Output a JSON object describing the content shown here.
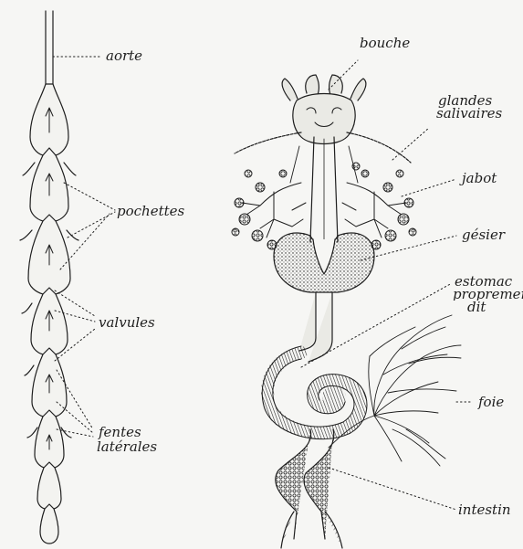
{
  "colors": {
    "ink": "#1e1e1e",
    "paper": "#f6f6f4",
    "wash": "#dcdcd6"
  },
  "heart": {
    "aorte": "aorte",
    "pochettes": "pochettes",
    "valvules": "valvules",
    "fentes": "fentes",
    "laterales": "latérales"
  },
  "digestive": {
    "bouche": "bouche",
    "glandes": "glandes",
    "salivaires": "salivaires",
    "jabot": "jabot",
    "gesier": "gésier",
    "estomac": "estomac",
    "proprement": "proprement",
    "dit": "dit",
    "foie": "foie",
    "intestin": "intestin"
  }
}
